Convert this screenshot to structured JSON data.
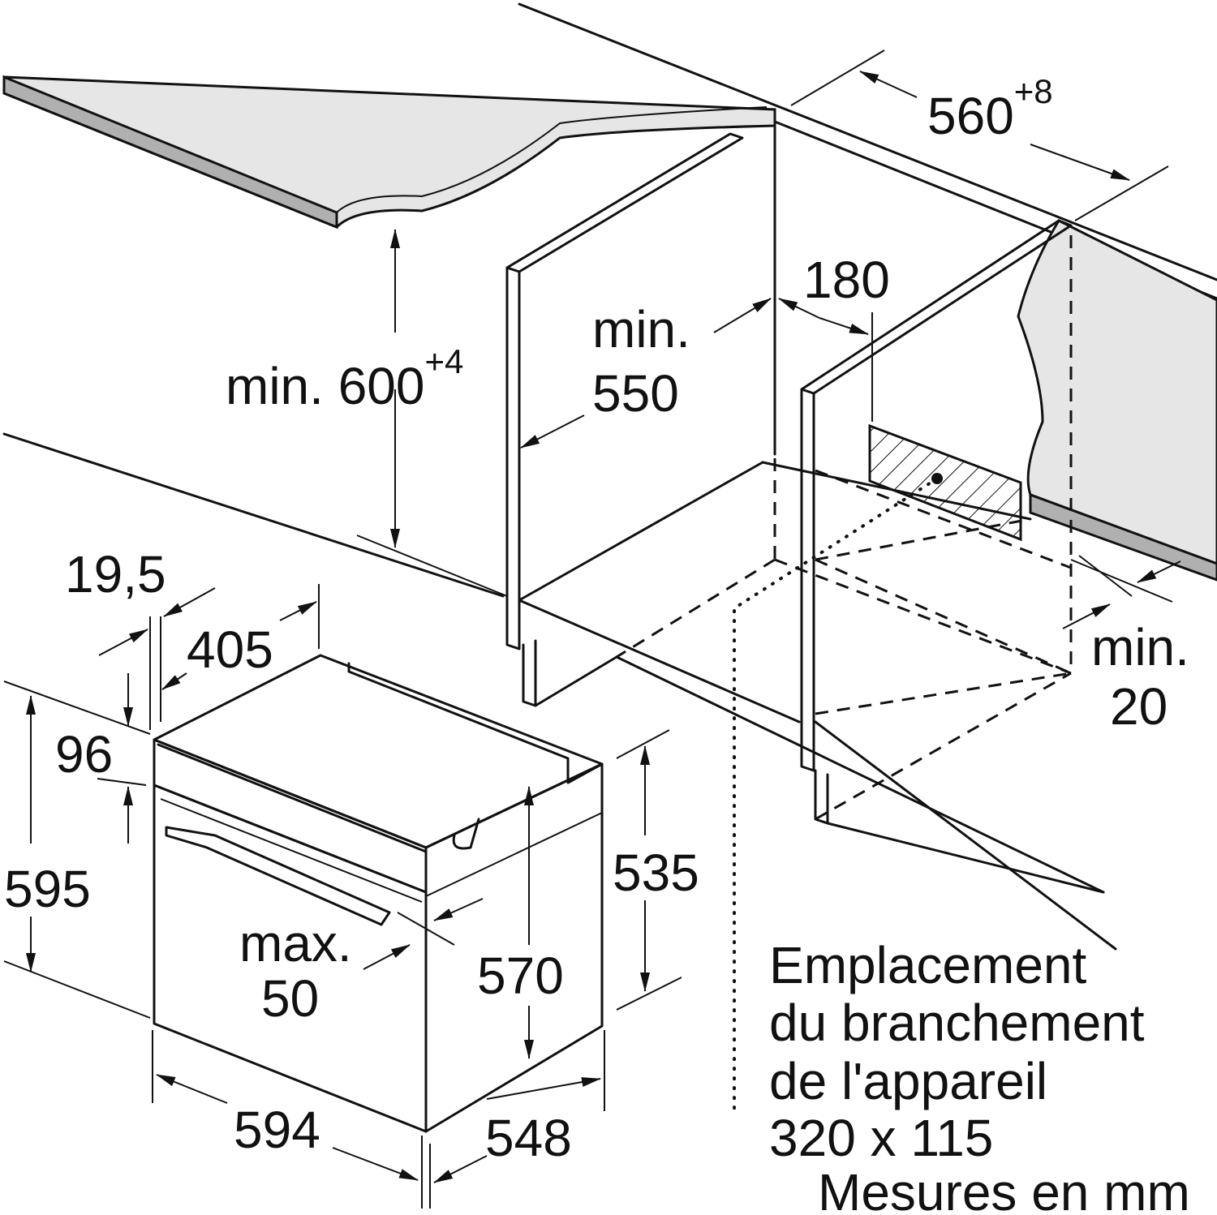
{
  "dimensions": {
    "niche_width": "560",
    "niche_width_tol": "+8",
    "niche_height_prefix": "min. ",
    "niche_height": "600",
    "niche_height_tol": "+4",
    "depth_min_line1": "min.",
    "depth_min_line2": "550",
    "back_gap": "180",
    "bottom_gap_line1": "min.",
    "bottom_gap_line2": "20",
    "panel_offset": "19,5",
    "door_depth": "405",
    "front_top": "96",
    "oven_height": "595",
    "body_height_outer": "535",
    "body_height_inner": "570",
    "handle_line1": "max.",
    "handle_line2": "50",
    "oven_width": "594",
    "oven_depth": "548"
  },
  "connection_note": {
    "line1": "Emplacement",
    "line2": "du branchement",
    "line3": "de l'appareil",
    "line4": "320 x 115"
  },
  "units_note": "Mesures en mm",
  "colors": {
    "line": "#111111",
    "countertop": "#e6e6e6",
    "countertop_edge": "#b0b0b0",
    "background": "#ffffff"
  }
}
